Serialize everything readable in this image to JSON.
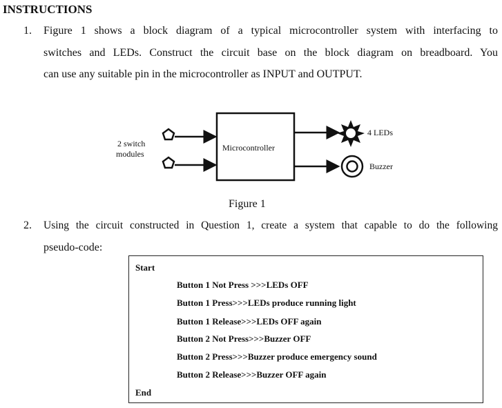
{
  "heading": "INSTRUCTIONS",
  "q1": {
    "number": "1.",
    "lines": [
      "Figure 1 shows a block diagram of a typical microcontroller system with interfacing to",
      "switches and LEDs. Construct the circuit base on the block diagram on breadboard. You",
      "can use any suitable pin in the microcontroller as INPUT and OUTPUT."
    ]
  },
  "figure": {
    "switch_label_1": "2 switch",
    "switch_label_2": "modules",
    "mcu_label": "Microcontroller",
    "leds_label": "4 LEDs",
    "buzzer_label": "Buzzer",
    "caption": "Figure 1"
  },
  "q2": {
    "number": "2.",
    "lines": [
      "Using the circuit constructed in Question 1, create a system that capable to do the following",
      "pseudo-code:"
    ]
  },
  "pseudocode": {
    "start": "Start",
    "end": "End",
    "steps": [
      "Button 1 Not Press >>>LEDs OFF",
      "Button 1 Press>>>LEDs produce running light",
      "Button 1 Release>>>LEDs OFF again",
      "Button 2 Not Press>>>Buzzer OFF",
      "Button 2 Press>>>Buzzer produce emergency sound",
      "Button 2 Release>>>Buzzer OFF again"
    ]
  }
}
